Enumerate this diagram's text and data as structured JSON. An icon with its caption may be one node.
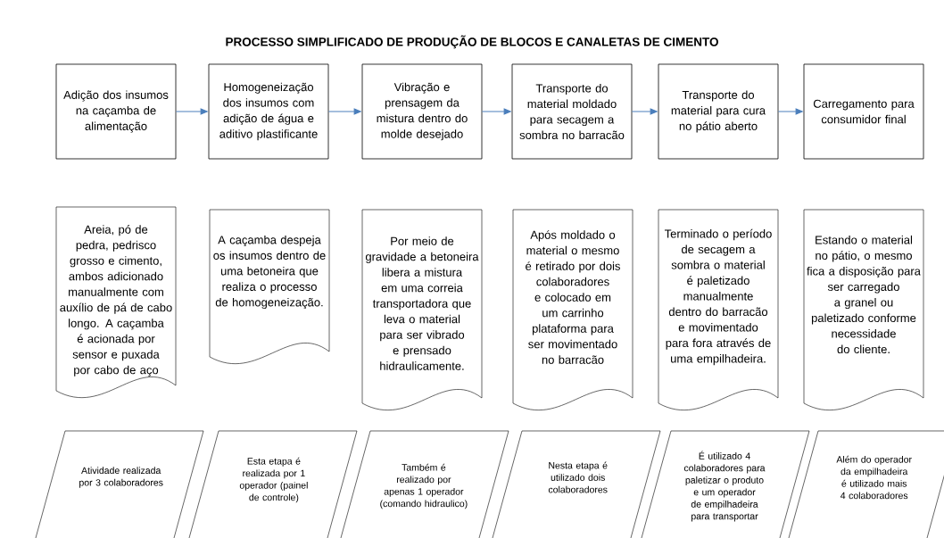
{
  "diagram": {
    "title": "PROCESSO SIMPLIFICADO DE PRODUÇÃO DE BLOCOS E CANALETAS DE CIMENTO",
    "nodes": [
      {
        "text": [
          "Adição dos insumos na caçamba de alimentação"
        ]
      },
      {
        "text": [
          "Homogeneização dos insumos com adição de água e aditivo plastificante"
        ]
      },
      {
        "text": [
          "Vibração e prensagem da mistura dentro do molde desejado"
        ]
      },
      {
        "text": [
          "Transporte do material moldado para secagem a sombra no barracão"
        ]
      },
      {
        "text": [
          "Transporte do material para cura no pátio aberto"
        ]
      },
      {
        "text": [
          "Carregamento para consumidor final"
        ]
      },
      {
        "text": [
          "Areia, pó de pedra, pedrisco grosso e cimento, ambos adicionado manualmente com auxílio de pá de cabo longo. A caçamba é acionada por sensor e puxada por cabo de aço"
        ]
      },
      {
        "text": [
          "A caçamba despeja os insumos dentro de uma betoneira que realiza o processo de homogeneização."
        ]
      },
      {
        "text": [
          "Por meio de gravidade a betoneira libera a mistura em uma correia transportadora que leva o material para ser vibrado e prensado hidraulicamente."
        ]
      },
      {
        "text": [
          "Após moldado o material o mesmo é retirado por dois colaboradores e colocado em um carrinho plataforma para ser movimentado no barracão"
        ]
      },
      {
        "text": [
          "Terminado o período de secagem a sombra o material é paletizado manualmente dentro do barracão e movimentado para fora através de uma empilhadeira."
        ]
      },
      {
        "text": [
          "Estando o material no pátio, o mesmo fica a disposição para ser carregado a granel ou paletizado conforme necessidade do cliente."
        ]
      },
      {
        "text": [
          "Atividade realizada por 3 colaboradores"
        ]
      },
      {
        "text": [
          "Esta etapa é realizada por 1 operador (painel de controle)"
        ]
      },
      {
        "text": [
          "Também é realizado por apenas 1 operador (comando hidraulico)"
        ]
      },
      {
        "text": [
          "Nesta etapa é utilizado dois colaboradores"
        ]
      },
      {
        "text": [
          "É utilizado 4 colaboradores para paletizar o produto e um operador de empilhadeira para transportar"
        ]
      },
      {
        "text": [
          "Além do operador da empilhadeira é utilizado mais 4 colaboradores"
        ]
      }
    ],
    "edges": [
      {
        "from": 0,
        "to": 1,
        "arrow": "to",
        "color": "#4a7ebb"
      },
      {
        "from": 1,
        "to": 2,
        "arrow": "to",
        "color": "#4a7ebb"
      },
      {
        "from": 2,
        "to": 3,
        "arrow": "to",
        "color": "#4a7ebb"
      },
      {
        "from": 3,
        "to": 4,
        "arrow": "to",
        "color": "#4a7ebb"
      },
      {
        "from": 4,
        "to": 5,
        "arrow": "to",
        "color": "#4a7ebb"
      }
    ]
  }
}
